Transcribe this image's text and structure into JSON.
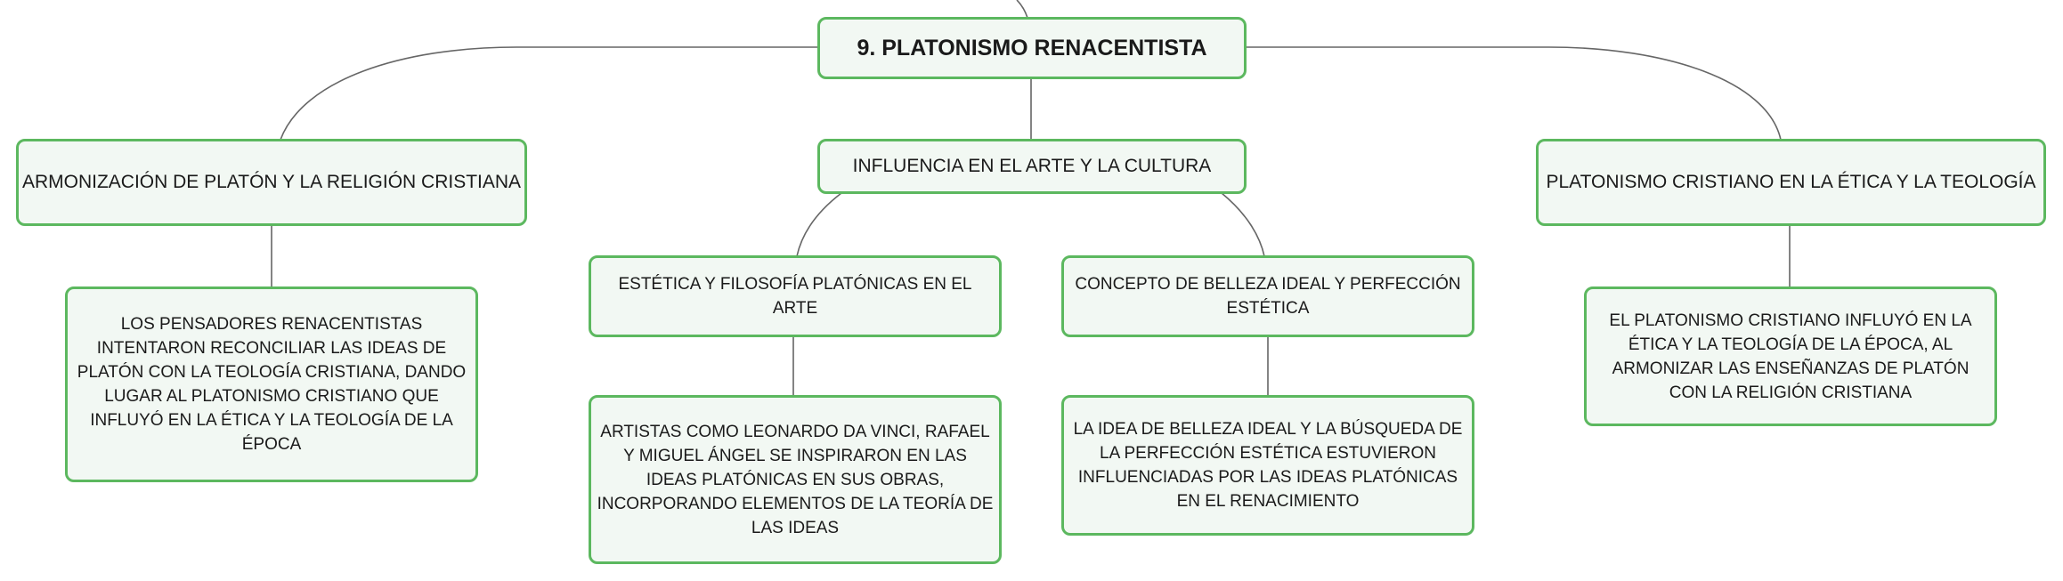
{
  "root": {
    "label": "9. PLATONISMO RENACENTISTA"
  },
  "branches": [
    {
      "label": "ARMONIZACIÓN DE PLATÓN Y LA RELIGIÓN CRISTIANA",
      "children": [
        {
          "label": "LOS PENSADORES RENACENTISTAS INTENTARON RECONCILIAR LAS IDEAS DE PLATÓN CON LA TEOLOGÍA CRISTIANA, DANDO LUGAR AL PLATONISMO CRISTIANO QUE INFLUYÓ EN LA ÉTICA Y LA TEOLOGÍA DE LA ÉPOCA"
        }
      ]
    },
    {
      "label": "INFLUENCIA EN EL ARTE Y LA CULTURA",
      "children": [
        {
          "label": "ESTÉTICA Y FILOSOFÍA PLATÓNICAS EN EL ARTE",
          "children": [
            {
              "label": "ARTISTAS COMO LEONARDO DA VINCI, RAFAEL Y MIGUEL ÁNGEL SE INSPIRARON EN LAS IDEAS PLATÓNICAS EN SUS OBRAS, INCORPORANDO ELEMENTOS DE LA TEORÍA DE LAS IDEAS"
            }
          ]
        },
        {
          "label": "CONCEPTO DE BELLEZA IDEAL Y PERFECCIÓN ESTÉTICA",
          "children": [
            {
              "label": "LA IDEA DE BELLEZA IDEAL Y LA BÚSQUEDA DE LA PERFECCIÓN ESTÉTICA ESTUVIERON INFLUENCIADAS POR LAS IDEAS PLATÓNICAS EN EL RENACIMIENTO"
            }
          ]
        }
      ]
    },
    {
      "label": "PLATONISMO CRISTIANO EN LA ÉTICA Y LA TEOLOGÍA",
      "children": [
        {
          "label": "EL PLATONISMO CRISTIANO INFLUYÓ EN LA ÉTICA Y LA TEOLOGÍA DE LA ÉPOCA, AL ARMONIZAR LAS ENSEÑANZAS DE PLATÓN CON LA RELIGIÓN CRISTIANA"
        }
      ]
    }
  ],
  "colors": {
    "node_border": "#5cb85f",
    "node_fill": "#f2f8f3",
    "connector": "#666666",
    "text": "#1a1a1a"
  }
}
